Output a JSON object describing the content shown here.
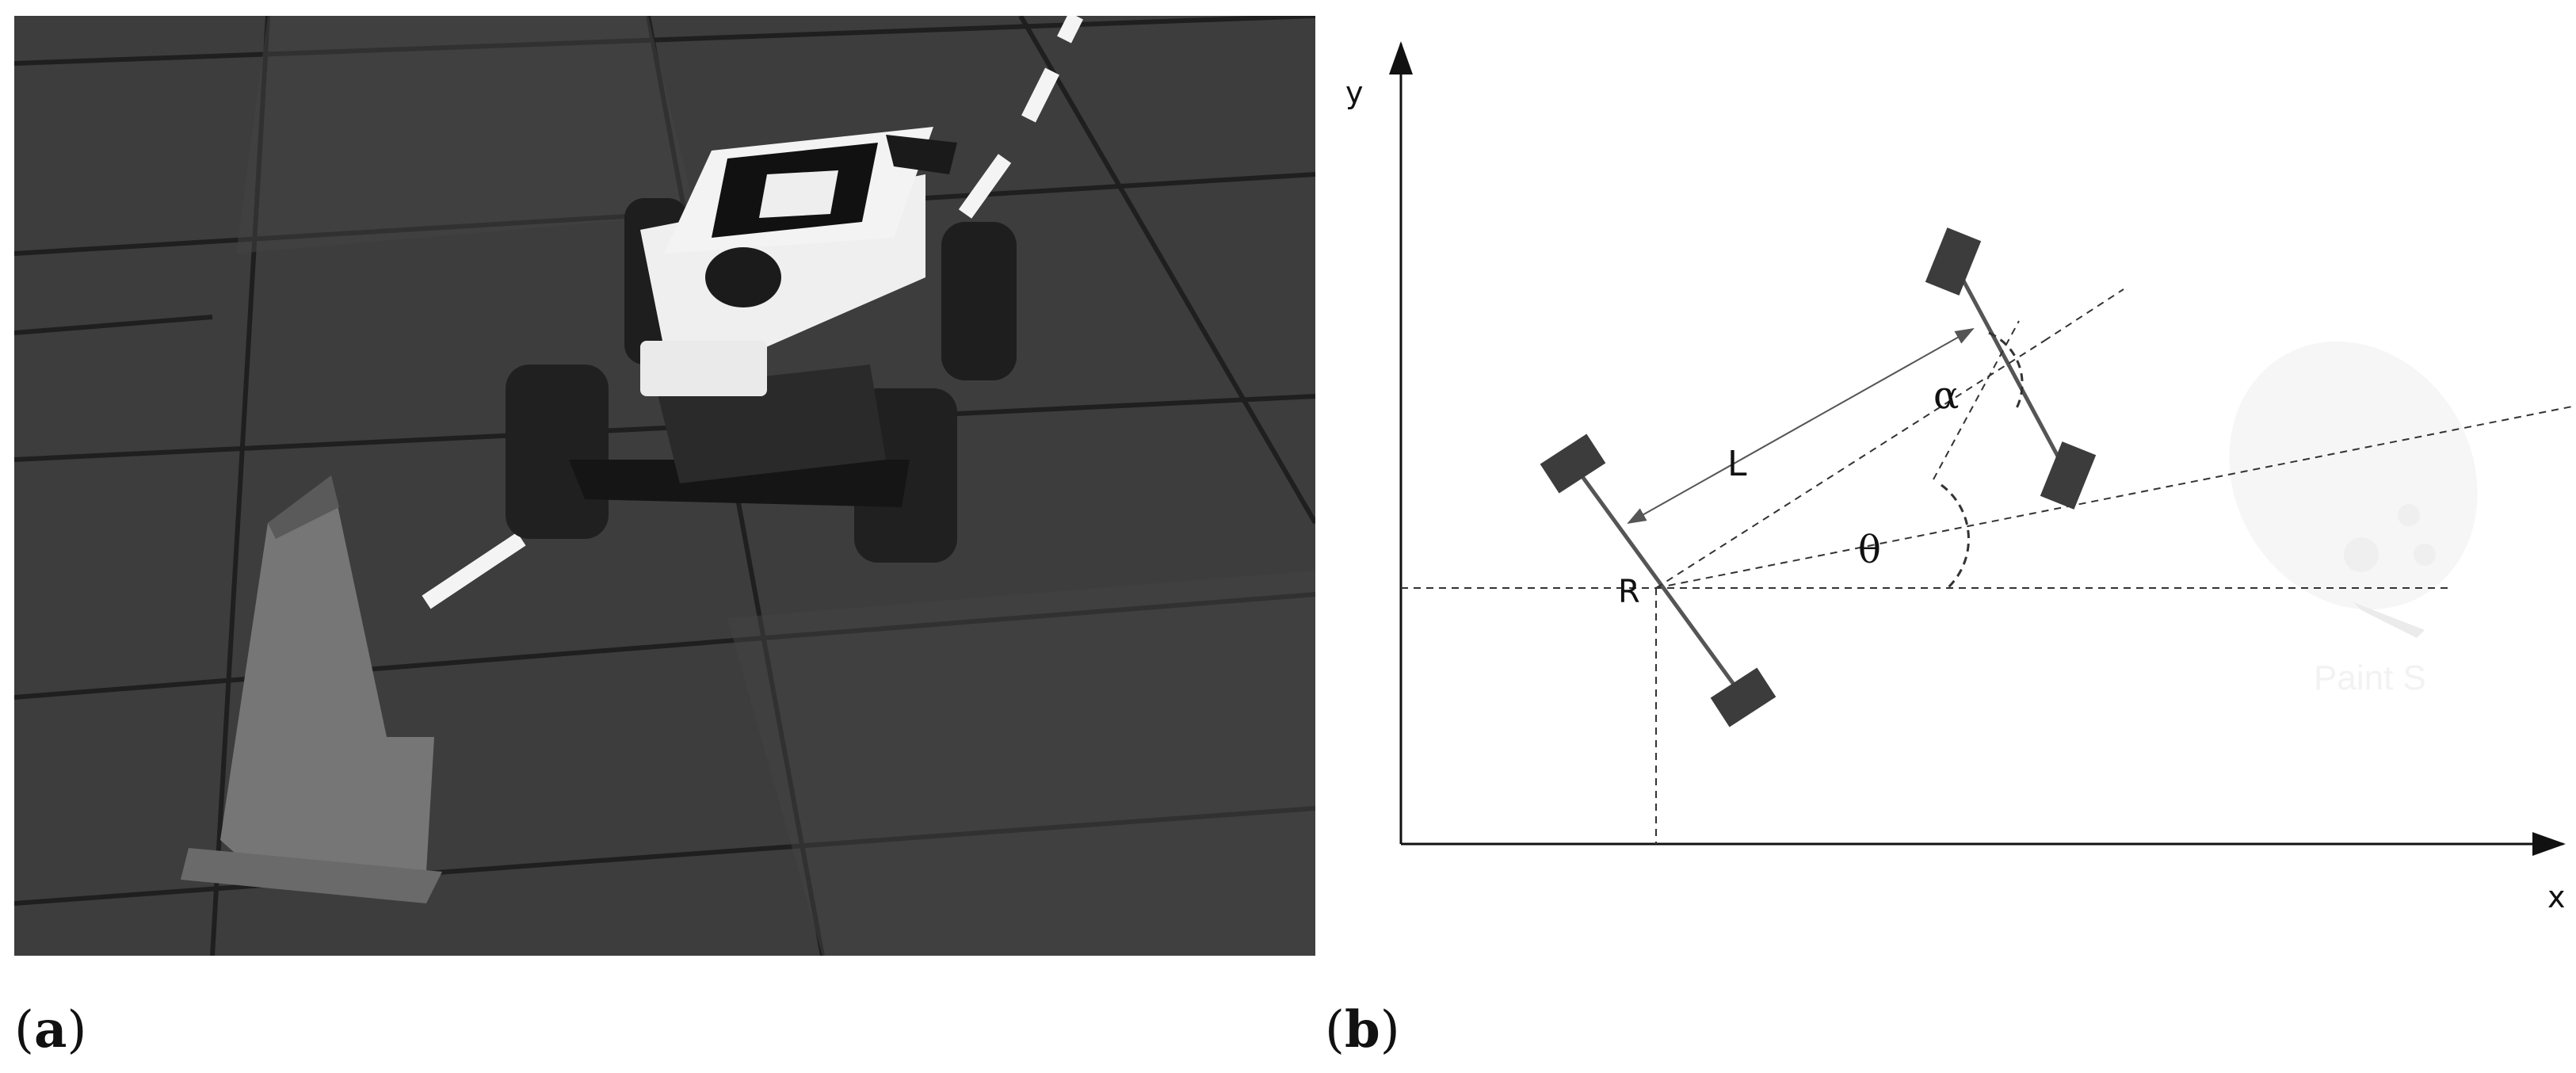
{
  "captions": {
    "a": "a",
    "b": "b"
  },
  "axes": {
    "x_label": "x",
    "y_label": "y"
  },
  "labels": {
    "rear_point": "R",
    "wheelbase": "L",
    "heading": "θ",
    "steering": "α"
  },
  "watermark": "Paint S",
  "colors": {
    "wheel": "#3c3c3c",
    "axle": "#555555",
    "dashed": "#333333",
    "floor": "#3b3b3b",
    "cone": "#7a7a7a"
  }
}
